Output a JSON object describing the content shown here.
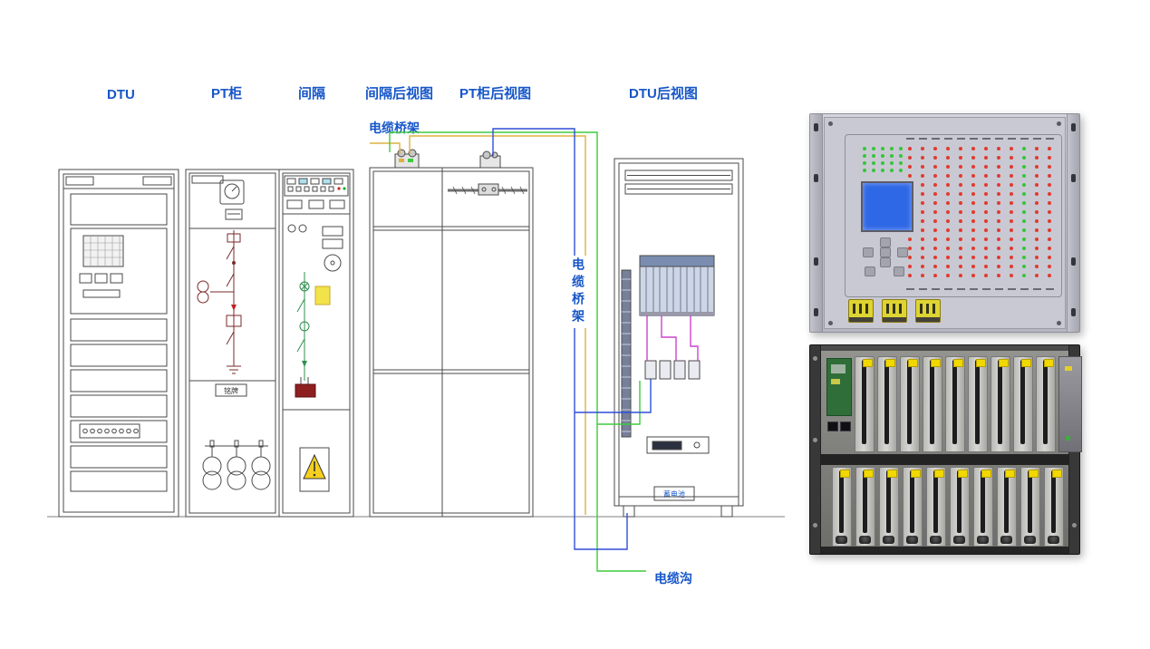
{
  "page": {
    "background": "#ffffff"
  },
  "labels": {
    "dtu": "DTU",
    "pt_cabinet": "PT柜",
    "bay": "间隔",
    "bay_rear_view": "间隔后视图",
    "pt_rear_view": "PT柜后视图",
    "dtu_rear_view": "DTU后视图",
    "cable_tray_top": "电缆桥架",
    "cable_tray_vertical": "电缆桥架",
    "cable_trench": "电缆沟",
    "battery": "蓄电池",
    "nameplate": "铭牌"
  },
  "colors": {
    "label_blue": "#1656c8",
    "wire_yellow": "#ddb041",
    "wire_green": "#3ecb3e",
    "wire_blue": "#2f4fd8",
    "wire_magenta": "#cc44cc",
    "led_red": "#e23a2e",
    "led_green": "#35c53a",
    "screen_blue": "#2e68e6",
    "terminal_yellow": "#ded432",
    "module_label_yellow": "#f0d800"
  }
}
